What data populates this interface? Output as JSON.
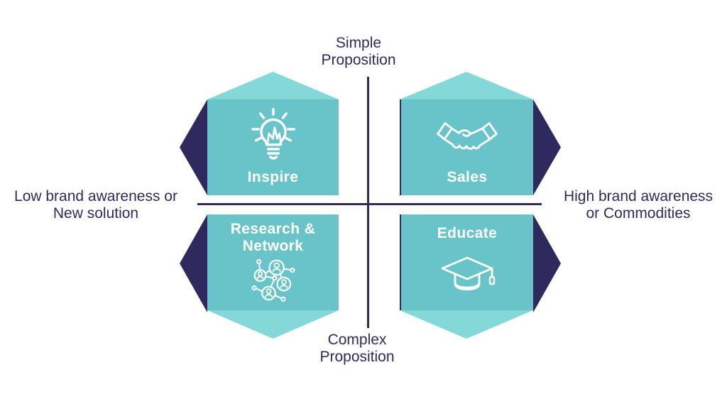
{
  "colors": {
    "teal": "#69c4c9",
    "light_teal": "#84d9d8",
    "navy": "#2e2a5e",
    "label_text": "#ffffff"
  },
  "axes": {
    "top": {
      "line1": "Simple",
      "line2": "Proposition"
    },
    "bottom": {
      "line1": "Complex",
      "line2": "Proposition"
    },
    "left": {
      "line1": "Low brand awareness or",
      "line2": "New solution"
    },
    "right": {
      "line1": "High brand awareness",
      "line2": "or Commodities"
    }
  },
  "quadrants": {
    "top_left": {
      "label": "Inspire",
      "icon": "lightbulb-icon"
    },
    "top_right": {
      "label": "Sales",
      "icon": "handshake-icon"
    },
    "bottom_left": {
      "label_line1": "Research &",
      "label_line2": "Network",
      "icon": "network-icon"
    },
    "bottom_right": {
      "label": "Educate",
      "icon": "graduation-cap-icon"
    }
  }
}
